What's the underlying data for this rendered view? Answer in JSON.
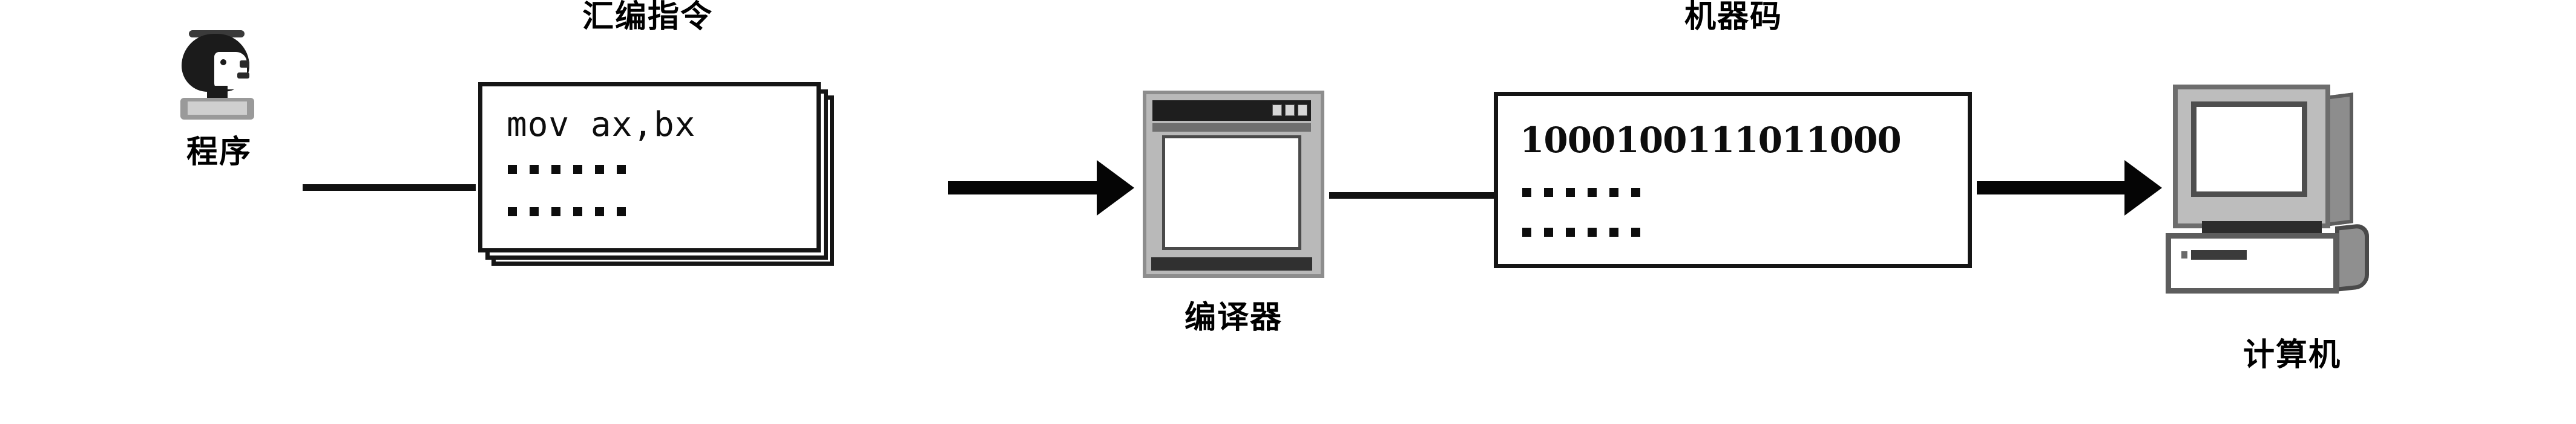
{
  "diagram": {
    "title_assembly": "汇编指令",
    "title_machine_code": "机器码",
    "caption_programmer": "程序",
    "caption_compiler": "编译器",
    "caption_computer": "计算机",
    "assembly_code_line": "mov ax,bx",
    "assembly_ellipsis_line_1": "......",
    "assembly_ellipsis_line_2": "......",
    "machine_code_line": "1000100111011000",
    "machine_ellipsis_line_1": "......",
    "machine_ellipsis_line_2": "......",
    "colors": {
      "background": "#ffffff",
      "ink": "#0d0d0d",
      "box_border": "#151515",
      "arrow": "#050505",
      "icon_gray_light": "#bdbdbd",
      "icon_gray_mid": "#8d8d8d",
      "icon_gray_dark": "#4a4a4a"
    },
    "icons": {
      "programmer": "person-head-profile-icon",
      "assembly": "stacked-paper-icon",
      "compiler": "application-window-icon",
      "machine_code": "document-box-icon",
      "computer": "desktop-computer-icon"
    },
    "flow": [
      {
        "from": "程序",
        "to": "汇编指令",
        "connector": "line"
      },
      {
        "from": "汇编指令",
        "to": "编译器",
        "connector": "arrow"
      },
      {
        "from": "编译器",
        "to": "机器码",
        "connector": "line"
      },
      {
        "from": "机器码",
        "to": "计算机",
        "connector": "arrow"
      }
    ]
  }
}
